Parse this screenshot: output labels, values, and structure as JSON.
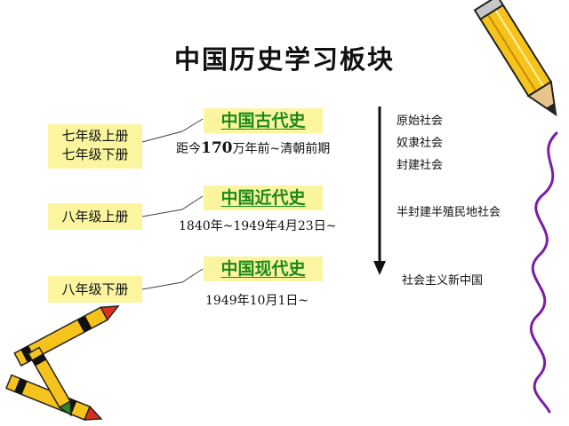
{
  "title": "中国历史学习板块",
  "rows": [
    {
      "grade_lines": [
        "七年级上册",
        "七年级下册"
      ],
      "period": "中国古代史",
      "range_prefix": "距今",
      "range_bold": "170",
      "range_suffix": "万年前~清朝前期"
    },
    {
      "grade_lines": [
        "八年级上册"
      ],
      "period": "中国近代史",
      "range_prefix": "1840年~1949年4月23日~",
      "range_bold": "",
      "range_suffix": ""
    },
    {
      "grade_lines": [
        "八年级下册"
      ],
      "period": "中国现代史",
      "range_prefix": "1949年10月1日~",
      "range_bold": "",
      "range_suffix": ""
    }
  ],
  "stages": [
    "原始社会",
    "奴隶社会",
    "封建社会",
    "半封建半殖民地社会",
    "社会主义新中国"
  ],
  "colors": {
    "box_fill": "#fbf5a0",
    "period_text": "#1a8a1a",
    "pencil_body": "#f6c21c",
    "squiggle": "#7a1ea8"
  },
  "icons": [
    "pencil-icon",
    "crayon-icon",
    "squiggle-line-icon",
    "down-arrow-icon"
  ]
}
